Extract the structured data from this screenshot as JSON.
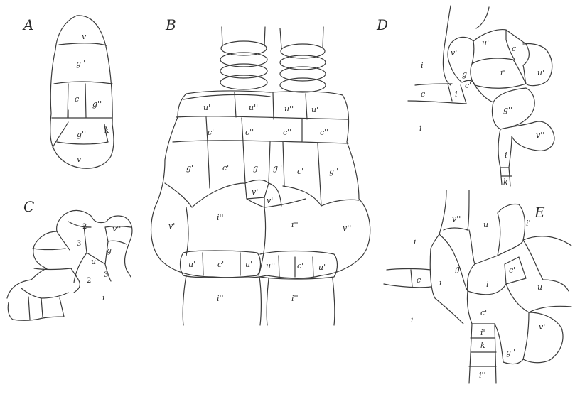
{
  "figure_letters": {
    "a": "A",
    "b": "B",
    "c": "C",
    "d": "D",
    "e": "E"
  },
  "labels": {
    "a": {
      "v_top": "v",
      "g_top": "g''",
      "c": "c",
      "g_right": "g''",
      "g_low": "g''",
      "k": "k",
      "v_bottom": "v"
    },
    "b": {
      "u1": "u'",
      "u2": "u''",
      "u3": "u''",
      "u4": "u'",
      "c1": "c'",
      "c2": "c''",
      "c3": "c''",
      "c4": "c''",
      "g1": "g'",
      "c5": "c'",
      "g2": "g'",
      "g3": "g''",
      "c6": "c'",
      "g4": "g''",
      "v1": "v'",
      "v2": "v'",
      "i1": "i''",
      "v3": "v'",
      "i2": "i''",
      "v4": "v''",
      "u5": "u'",
      "c7": "c'",
      "u6": "u'",
      "u7": "u''",
      "c8": "c'",
      "u8": "u'",
      "i3": "i''",
      "i4": "i''"
    },
    "c": {
      "n2a": "2",
      "n3a": "3",
      "n2b": "2",
      "n3b": "3",
      "v": "v''",
      "g": "g",
      "u": "u",
      "i": "i"
    },
    "d": {
      "i1": "i",
      "v1": "v'",
      "u1": "u'",
      "c1": "c",
      "g1": "g'",
      "i2": "i'",
      "u2": "u'",
      "c2": "c'",
      "c3": "c",
      "i3": "i",
      "g2": "g''",
      "v2": "v''",
      "i4": "i",
      "i5": "i",
      "k": "k"
    },
    "e": {
      "i1": "i",
      "v1": "v''",
      "u1": "u",
      "i2": "i'",
      "g1": "g'",
      "c1": "c'",
      "c2": "c",
      "i3": "i",
      "i4": "i",
      "u2": "u",
      "i5": "i",
      "c3": "c'",
      "v2": "v'",
      "i6": "i'",
      "k": "k",
      "g2": "g''",
      "i7": "i''"
    }
  }
}
